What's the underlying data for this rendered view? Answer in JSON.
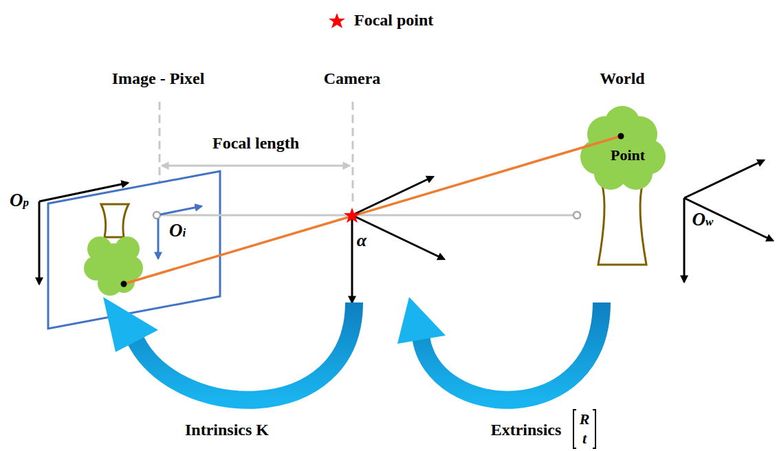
{
  "diagram": {
    "labels": [
      "Image - Pixel",
      "Camera",
      "World",
      "Focal length",
      "Point",
      "Op",
      "Oi",
      "α",
      "Ow",
      "Intrinsics K",
      "Extrinsics",
      "R",
      "t"
    ],
    "legend": [
      {
        "text": "Focal point"
      }
    ]
  }
}
